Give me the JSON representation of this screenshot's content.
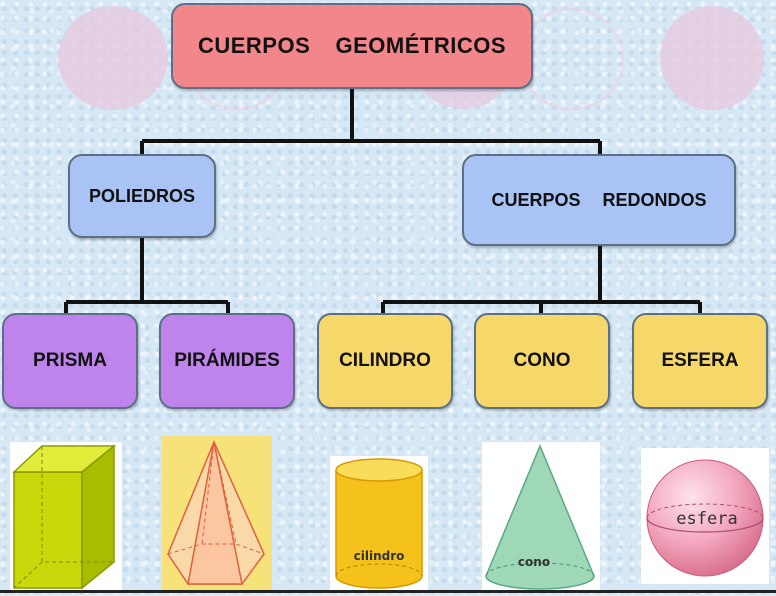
{
  "diagram": {
    "root": "CUERPOS  GEOMÉTRICOS",
    "poliedros": "POLIEDROS",
    "redondos": "CUERPOS  REDONDOS",
    "leaves": {
      "prisma": "PRISMA",
      "piramides": "PIRÁMIDES",
      "cilindro": "CILINDRO",
      "cono": "CONO",
      "esfera": "ESFERA"
    }
  },
  "images": {
    "cilindro_label": "cilindro",
    "cono_label": "cono",
    "esfera_label": "esfera"
  },
  "colors": {
    "root": "#f2868a",
    "level1": "#a9c3f5",
    "poliedros_children": "#be84ec",
    "redondos_children": "#f6d86a",
    "connector": "#111111"
  }
}
